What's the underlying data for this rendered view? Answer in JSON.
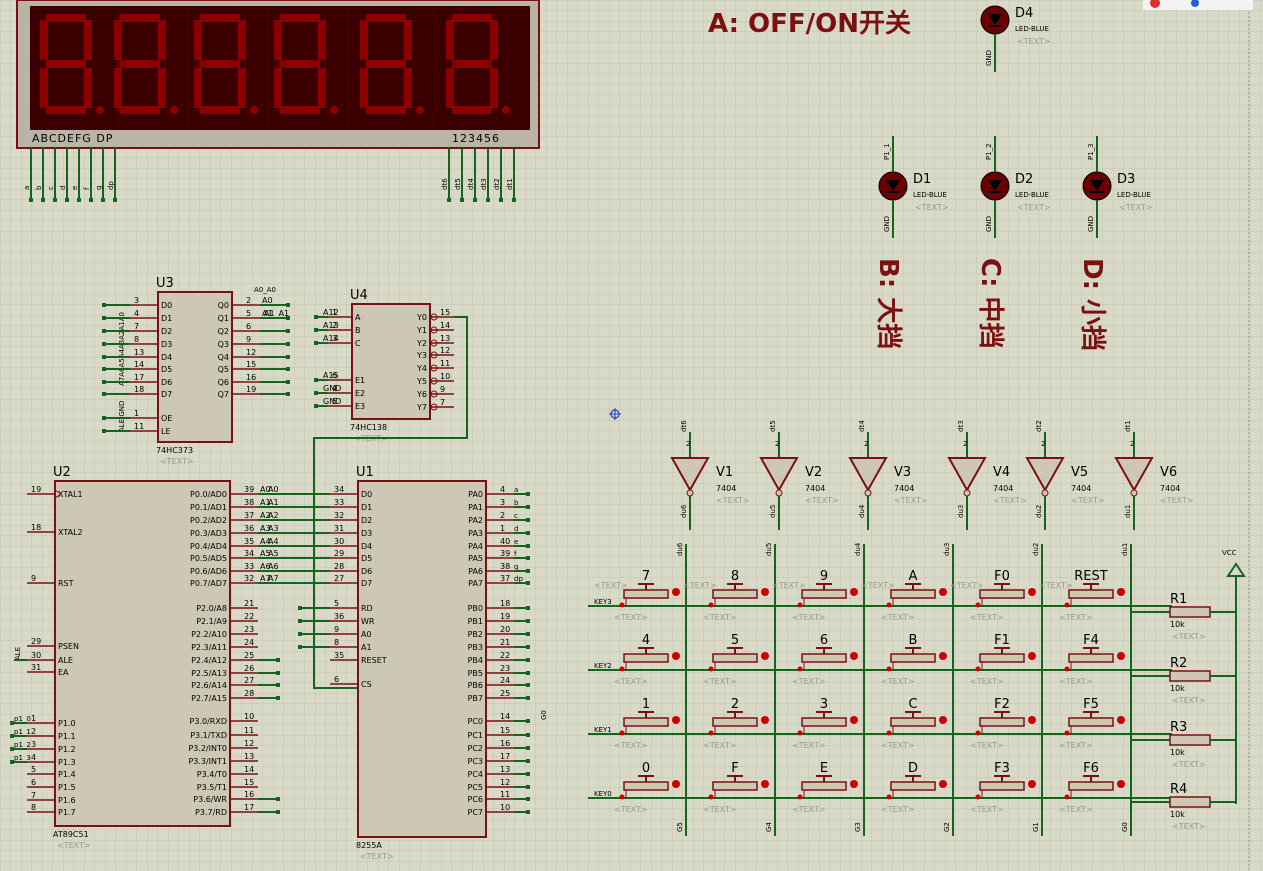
{
  "colors": {
    "background": "#d9d9c8",
    "grid": "#c4c4b0",
    "wire": "#14641e",
    "part": "#7a1010",
    "chip_fill": "#cdc8b4",
    "display_bg": "#3a0000",
    "segment": "#8c0000",
    "led": "#6b0000"
  },
  "display": {
    "seg_header": "ABCDEFG  DP",
    "digit_header": "123456",
    "seg_pins": [
      "a",
      "b",
      "c",
      "d",
      "e",
      "f",
      "g",
      "dp"
    ],
    "digit_pins": [
      "dt6",
      "dt5",
      "dt4",
      "dt3",
      "dt2",
      "dt1"
    ]
  },
  "title_a": "A:   OFF/ON开关",
  "labels_bcd": [
    "B: 大挡",
    "C: 中挡",
    "D: 小挡"
  ],
  "leds": [
    {
      "ref": "D4",
      "type": "LED-BLUE",
      "text": "<TEXT>",
      "top": "",
      "bottom": "GND"
    },
    {
      "ref": "D1",
      "type": "LED-BLUE",
      "text": "<TEXT>",
      "top": "P1_1",
      "bottom": "GND"
    },
    {
      "ref": "D2",
      "type": "LED-BLUE",
      "text": "<TEXT>",
      "top": "P1_2",
      "bottom": "GND"
    },
    {
      "ref": "D3",
      "type": "LED-BLUE",
      "text": "<TEXT>",
      "top": "P1_3",
      "bottom": "GND"
    }
  ],
  "u3": {
    "ref": "U3",
    "type": "74HC373",
    "text": "<TEXT>",
    "left_pins": [
      {
        "n": "3",
        "name": "D0"
      },
      {
        "n": "4",
        "name": "D1"
      },
      {
        "n": "7",
        "name": "D2"
      },
      {
        "n": "8",
        "name": "D3"
      },
      {
        "n": "13",
        "name": "D4"
      },
      {
        "n": "14",
        "name": "D5"
      },
      {
        "n": "17",
        "name": "D6"
      },
      {
        "n": "18",
        "name": "D7"
      },
      {
        "n": "1",
        "name": "OE"
      },
      {
        "n": "11",
        "name": "LE"
      }
    ],
    "right_pins": [
      {
        "n": "2",
        "name": "Q0",
        "net": "A0"
      },
      {
        "n": "5",
        "name": "Q1",
        "net": "A1"
      },
      {
        "n": "6",
        "name": "Q2",
        "net": ""
      },
      {
        "n": "9",
        "name": "Q3",
        "net": ""
      },
      {
        "n": "12",
        "name": "Q4",
        "net": ""
      },
      {
        "n": "15",
        "name": "Q5",
        "net": ""
      },
      {
        "n": "16",
        "name": "Q6",
        "net": ""
      },
      {
        "n": "19",
        "name": "Q7",
        "net": ""
      }
    ],
    "left_nets": "A7A6A5A4A3A2A1A0",
    "top_net": "A0_A0",
    "q1_net": "A1_A1",
    "bottom_left": "ALE GND"
  },
  "u4": {
    "ref": "U4",
    "type": "74HC138",
    "text": "<TEXT>",
    "left_pins": [
      {
        "n": "1",
        "name": "A",
        "net": "A12"
      },
      {
        "n": "2",
        "name": "B",
        "net": "A13"
      },
      {
        "n": "3",
        "name": "C",
        "net": "A14"
      },
      {
        "n": "6",
        "name": "E1",
        "net": "A15"
      },
      {
        "n": "4",
        "name": "E2",
        "net": "GND"
      },
      {
        "n": "5",
        "name": "E3",
        "net": "GND"
      }
    ],
    "right_pins": [
      {
        "n": "15",
        "name": "Y0"
      },
      {
        "n": "14",
        "name": "Y1"
      },
      {
        "n": "13",
        "name": "Y2"
      },
      {
        "n": "12",
        "name": "Y3"
      },
      {
        "n": "11",
        "name": "Y4"
      },
      {
        "n": "10",
        "name": "Y5"
      },
      {
        "n": "9",
        "name": "Y6"
      },
      {
        "n": "7",
        "name": "Y7"
      }
    ]
  },
  "u2": {
    "ref": "U2",
    "type": "AT89C51",
    "text": "<TEXT>",
    "left_pins": [
      {
        "n": "19",
        "name": "XTAL1"
      },
      {
        "n": "18",
        "name": "XTAL2"
      },
      {
        "n": "9",
        "name": "RST"
      },
      {
        "n": "29",
        "name": "PSEN"
      },
      {
        "n": "30",
        "name": "ALE"
      },
      {
        "n": "31",
        "name": "EA"
      },
      {
        "n": "1",
        "name": "P1.0",
        "net": "p1_0"
      },
      {
        "n": "2",
        "name": "P1.1",
        "net": "p1_1"
      },
      {
        "n": "3",
        "name": "P1.2",
        "net": "p1_2"
      },
      {
        "n": "4",
        "name": "P1.3",
        "net": "p1_3"
      },
      {
        "n": "5",
        "name": "P1.4"
      },
      {
        "n": "6",
        "name": "P1.5"
      },
      {
        "n": "7",
        "name": "P1.6"
      },
      {
        "n": "8",
        "name": "P1.7"
      }
    ],
    "right_pins": [
      {
        "n": "39",
        "name": "P0.0/AD0",
        "net": "A0"
      },
      {
        "n": "38",
        "name": "P0.1/AD1",
        "net": "A1"
      },
      {
        "n": "37",
        "name": "P0.2/AD2",
        "net": "A2"
      },
      {
        "n": "36",
        "name": "P0.3/AD3",
        "net": "A3"
      },
      {
        "n": "35",
        "name": "P0.4/AD4",
        "net": "A4"
      },
      {
        "n": "34",
        "name": "P0.5/AD5",
        "net": "A5"
      },
      {
        "n": "33",
        "name": "P0.6/AD6",
        "net": "A6"
      },
      {
        "n": "32",
        "name": "P0.7/AD7",
        "net": "A7"
      },
      {
        "n": "21",
        "name": "P2.0/A8"
      },
      {
        "n": "22",
        "name": "P2.1/A9"
      },
      {
        "n": "23",
        "name": "P2.2/A10"
      },
      {
        "n": "24",
        "name": "P2.3/A11"
      },
      {
        "n": "25",
        "name": "P2.4/A12"
      },
      {
        "n": "26",
        "name": "P2.5/A13"
      },
      {
        "n": "27",
        "name": "P2.6/A14"
      },
      {
        "n": "28",
        "name": "P2.7/A15"
      },
      {
        "n": "10",
        "name": "P3.0/RXD"
      },
      {
        "n": "11",
        "name": "P3.1/TXD"
      },
      {
        "n": "12",
        "name": "P3.2/INT0"
      },
      {
        "n": "13",
        "name": "P3.3/INT1"
      },
      {
        "n": "14",
        "name": "P3.4/T0"
      },
      {
        "n": "15",
        "name": "P3.5/T1"
      },
      {
        "n": "16",
        "name": "P3.6/WR"
      },
      {
        "n": "17",
        "name": "P3.7/RD"
      }
    ],
    "ale_net": "ALE"
  },
  "u1": {
    "ref": "U1",
    "type": "8255A",
    "text": "<TEXT>",
    "left_pins": [
      {
        "n": "34",
        "name": "D0"
      },
      {
        "n": "33",
        "name": "D1"
      },
      {
        "n": "32",
        "name": "D2"
      },
      {
        "n": "31",
        "name": "D3"
      },
      {
        "n": "30",
        "name": "D4"
      },
      {
        "n": "29",
        "name": "D5"
      },
      {
        "n": "28",
        "name": "D6"
      },
      {
        "n": "27",
        "name": "D7"
      },
      {
        "n": "5",
        "name": "RD"
      },
      {
        "n": "36",
        "name": "WR"
      },
      {
        "n": "9",
        "name": "A0"
      },
      {
        "n": "8",
        "name": "A1"
      },
      {
        "n": "35",
        "name": "RESET"
      },
      {
        "n": "6",
        "name": "CS"
      }
    ],
    "right_pins": [
      {
        "n": "4",
        "name": "PA0"
      },
      {
        "n": "3",
        "name": "PA1"
      },
      {
        "n": "2",
        "name": "PA2"
      },
      {
        "n": "1",
        "name": "PA3"
      },
      {
        "n": "40",
        "name": "PA4"
      },
      {
        "n": "39",
        "name": "PA5"
      },
      {
        "n": "38",
        "name": "PA6"
      },
      {
        "n": "37",
        "name": "PA7"
      },
      {
        "n": "18",
        "name": "PB0"
      },
      {
        "n": "19",
        "name": "PB1"
      },
      {
        "n": "20",
        "name": "PB2"
      },
      {
        "n": "21",
        "name": "PB3"
      },
      {
        "n": "22",
        "name": "PB4"
      },
      {
        "n": "23",
        "name": "PB5"
      },
      {
        "n": "24",
        "name": "PB6"
      },
      {
        "n": "25",
        "name": "PB7"
      },
      {
        "n": "14",
        "name": "PC0"
      },
      {
        "n": "15",
        "name": "PC1"
      },
      {
        "n": "16",
        "name": "PC2"
      },
      {
        "n": "17",
        "name": "PC3"
      },
      {
        "n": "13",
        "name": "PC4"
      },
      {
        "n": "12",
        "name": "PC5"
      },
      {
        "n": "11",
        "name": "PC6"
      },
      {
        "n": "10",
        "name": "PC7"
      }
    ],
    "pa_nets": [
      "a",
      "b",
      "c",
      "d",
      "e",
      "f",
      "g",
      "dp"
    ]
  },
  "inverters": [
    {
      "ref": "V1",
      "type": "7404",
      "top": "dt6",
      "bottom": "du6"
    },
    {
      "ref": "V2",
      "type": "7404",
      "top": "dt5",
      "bottom": "du5"
    },
    {
      "ref": "V3",
      "type": "7404",
      "top": "dt4",
      "bottom": "du4"
    },
    {
      "ref": "V4",
      "type": "7404",
      "top": "dt3",
      "bottom": "du3"
    },
    {
      "ref": "V5",
      "type": "7404",
      "top": "dt2",
      "bottom": "du2"
    },
    {
      "ref": "V6",
      "type": "7404",
      "top": "dt1",
      "bottom": "du1"
    }
  ],
  "keypad": {
    "rows": [
      {
        "net": "KEY3",
        "keys": [
          "7",
          "8",
          "9",
          "A",
          "F0",
          "REST"
        ]
      },
      {
        "net": "KEY2",
        "keys": [
          "4",
          "5",
          "6",
          "B",
          "F1",
          "F4"
        ]
      },
      {
        "net": "KEY1",
        "keys": [
          "1",
          "2",
          "3",
          "C",
          "F2",
          "F5"
        ]
      },
      {
        "net": "KEY0",
        "keys": [
          "0",
          "F",
          "E",
          "D",
          "F3",
          "F6"
        ]
      }
    ],
    "col_top": [
      "du6",
      "du5",
      "du4",
      "du3",
      "du2",
      "du1"
    ],
    "col_bottom": [
      "G5",
      "G4",
      "G3",
      "G2",
      "G1",
      "G0"
    ],
    "text": "<TEXT>"
  },
  "resistors": [
    {
      "ref": "R1",
      "value": "10k"
    },
    {
      "ref": "R2",
      "value": "10k"
    },
    {
      "ref": "R3",
      "value": "10k"
    },
    {
      "ref": "R4",
      "value": "10k"
    }
  ],
  "vcc": "VCC",
  "g0_label": "G0"
}
